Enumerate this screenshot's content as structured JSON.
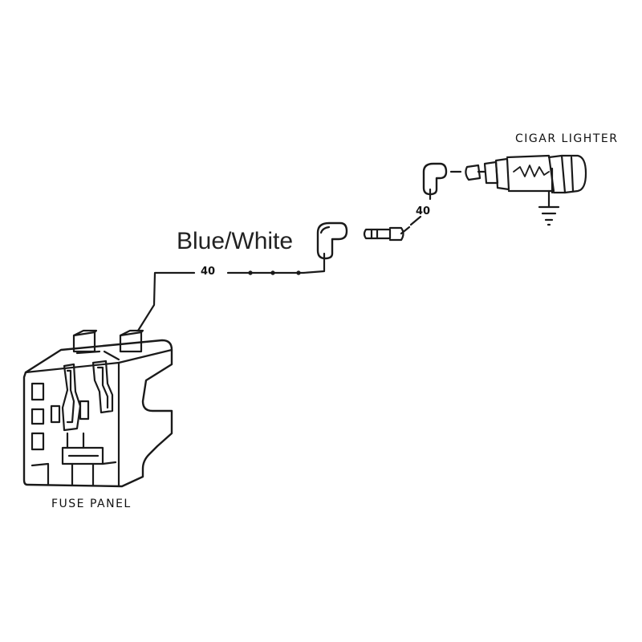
{
  "diagram": {
    "wire_color_label": "Blue/White",
    "gauge_main": "40",
    "gauge_connector": "40",
    "component_lighter": "CIGAR LIGHTER",
    "component_fuse": "FUSE PANEL"
  },
  "colors": {
    "line": "#1a1a1a",
    "background": "#ffffff"
  }
}
